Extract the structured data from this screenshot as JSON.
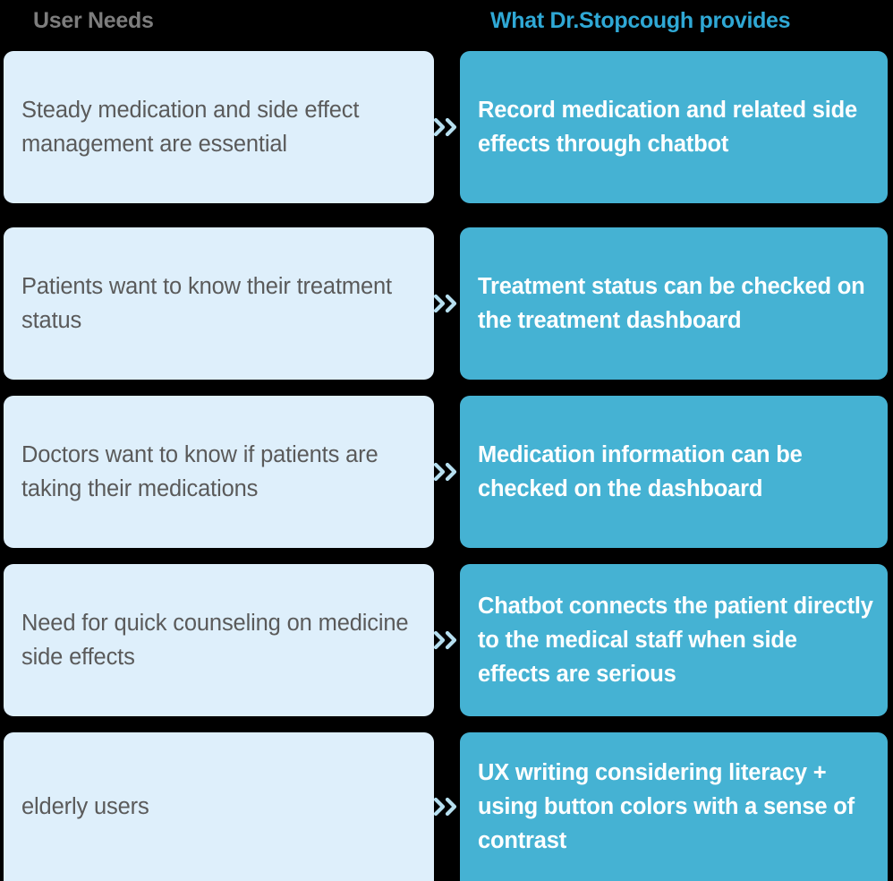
{
  "headers": {
    "left": "User Needs",
    "right": "What Dr.Stopcough provides"
  },
  "colors": {
    "background": "#000000",
    "need_card_bg": "#deeffb",
    "need_text": "#5a5a5a",
    "solution_card_bg": "#45b2d3",
    "solution_text": "#ffffff",
    "header_left_text": "#7d7d7d",
    "header_right_text": "#2fa8d5",
    "chevron": "#b6dff0"
  },
  "connector_icon": "double-chevron-right-icon",
  "rows": [
    {
      "need": "Steady medication and side effect management are essential",
      "solution": "Record medication and related side effects through chatbot"
    },
    {
      "need": "Patients want to know their treatment status",
      "solution": "Treatment status can be checked on the treatment dashboard"
    },
    {
      "need": "Doctors want to know if patients are taking their medications",
      "solution": "Medication information can be checked on the dashboard"
    },
    {
      "need": "Need for quick counseling on medicine side effects",
      "solution": "Chatbot connects the patient directly to the medical staff when side effects are serious"
    },
    {
      "need": "elderly users",
      "solution": "UX writing considering literacy + using button colors with a sense of contrast"
    }
  ]
}
